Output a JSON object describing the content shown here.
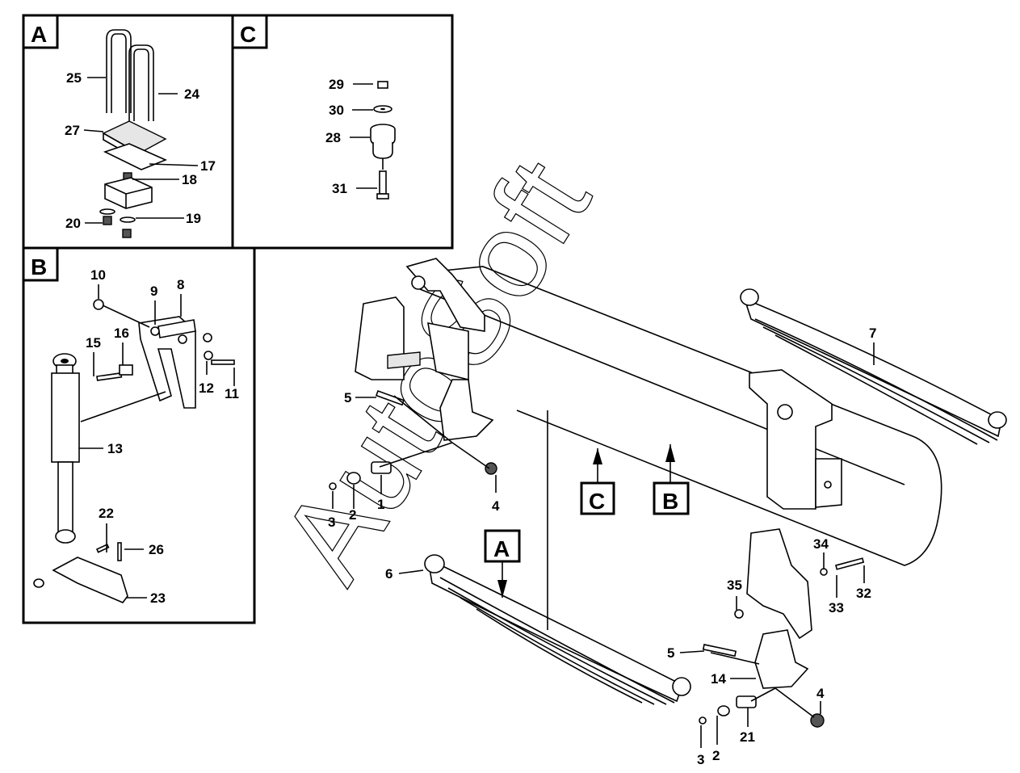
{
  "watermark": "AutoSoft",
  "panels": {
    "A": {
      "letter": "A",
      "callouts": [
        "25",
        "24",
        "27",
        "17",
        "18",
        "20",
        "19"
      ]
    },
    "C": {
      "letter": "C",
      "callouts": [
        "29",
        "30",
        "28",
        "31"
      ]
    },
    "B": {
      "letter": "B",
      "callouts": [
        "10",
        "9",
        "8",
        "15",
        "16",
        "12",
        "11",
        "13",
        "22",
        "26",
        "23"
      ]
    }
  },
  "main": {
    "view_markers": [
      "C",
      "B",
      "A"
    ],
    "callouts": [
      "7",
      "5",
      "3",
      "2",
      "1",
      "4",
      "6",
      "34",
      "35",
      "33",
      "32",
      "5",
      "14",
      "4",
      "3",
      "2",
      "21"
    ]
  }
}
